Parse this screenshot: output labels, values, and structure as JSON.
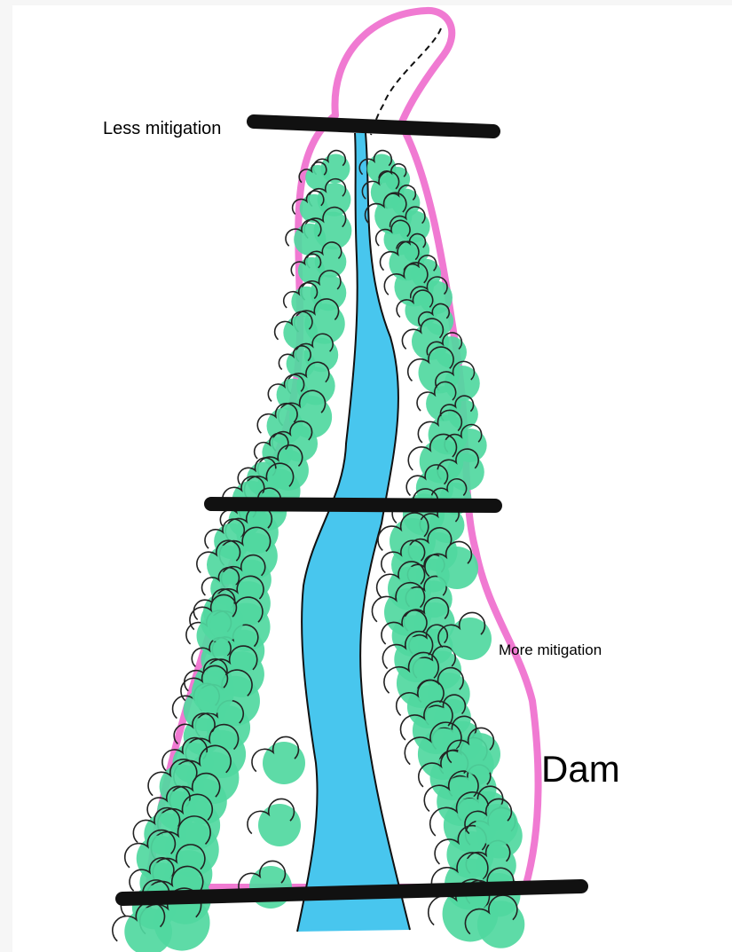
{
  "labels": {
    "less_mitigation": "Less mitigation",
    "more_mitigation": "More mitigation",
    "dam": "Dam"
  },
  "colors": {
    "valley_outline": "#f07ad2",
    "river": "#48c6ee",
    "vegetation": "#50d8a0",
    "line": "#222222",
    "ink": "#111111"
  },
  "icons": {
    "vegetation": "shrub-cluster",
    "barrier": "black-bar"
  }
}
